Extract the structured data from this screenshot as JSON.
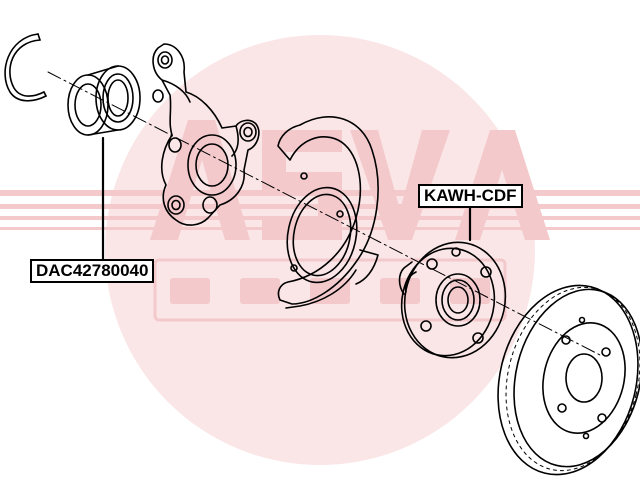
{
  "labels": {
    "bearing_part_number": "DAC42780040",
    "hub_part_number": "KAWH-CDF"
  },
  "colors": {
    "watermark": "#f3c9cc",
    "line": "#000000",
    "background": "#ffffff"
  },
  "icons": {
    "watermark": "asva-sport-logo-watermark"
  }
}
